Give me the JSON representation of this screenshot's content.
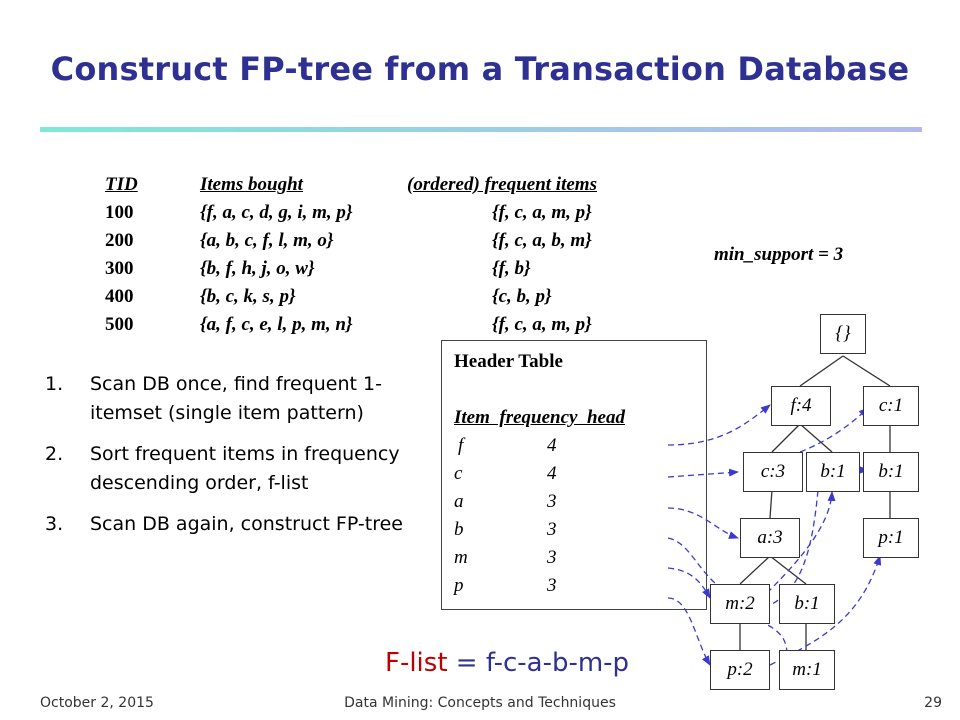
{
  "title": "Construct FP-tree from a Transaction Database",
  "transactions": {
    "headers": [
      "TID",
      "Items bought",
      "(ordered) frequent items"
    ],
    "rows": [
      {
        "tid": "100",
        "items": "{f, a, c, d, g, i, m, p}",
        "ordered": "{f, c, a, m, p}"
      },
      {
        "tid": "200",
        "items": "{a, b, c, f, l, m, o}",
        "ordered": "{f, c, a, b, m}"
      },
      {
        "tid": "300",
        "items": "{b, f, h, j, o, w}",
        "ordered": "{f, b}"
      },
      {
        "tid": "400",
        "items": "{b, c, k, s, p}",
        "ordered": "{c, b, p}"
      },
      {
        "tid": "500",
        "items": "{a, f, c, e, l, p, m, n}",
        "ordered": "{f, c, a, m, p}"
      }
    ]
  },
  "min_support": "min_support = 3",
  "steps": [
    {
      "num": "1.",
      "text": "Scan DB once, find frequent 1-itemset (single item pattern)"
    },
    {
      "num": "2.",
      "text": "Sort frequent items in frequency descending order, f-list"
    },
    {
      "num": "3.",
      "text": "Scan DB again, construct FP-tree"
    }
  ],
  "header_table": {
    "title": "Header Table",
    "column_header": "Item  frequency  head",
    "rows": [
      {
        "item": "f",
        "freq": "4"
      },
      {
        "item": "c",
        "freq": "4"
      },
      {
        "item": "a",
        "freq": "3"
      },
      {
        "item": "b",
        "freq": "3"
      },
      {
        "item": "m",
        "freq": "3"
      },
      {
        "item": "p",
        "freq": "3"
      }
    ]
  },
  "tree": {
    "root": "{}",
    "nodes": {
      "f4": "f:4",
      "c1_top": "c:1",
      "c3": "c:3",
      "b1_mid": "b:1",
      "b1_right": "b:1",
      "a3": "a:3",
      "p1": "p:1",
      "m2": "m:2",
      "b1_low": "b:1",
      "p2": "p:2",
      "m1": "m:1"
    }
  },
  "flist": {
    "label": "F-list",
    "rest": " = f-c-a-b-m-p"
  },
  "footer": {
    "date": "October 2, 2015",
    "course": "Data Mining: Concepts and Techniques",
    "page": "29"
  },
  "colors": {
    "title": "#2E3192",
    "link": "#3A3ACF",
    "flist_label": "#C00000"
  }
}
